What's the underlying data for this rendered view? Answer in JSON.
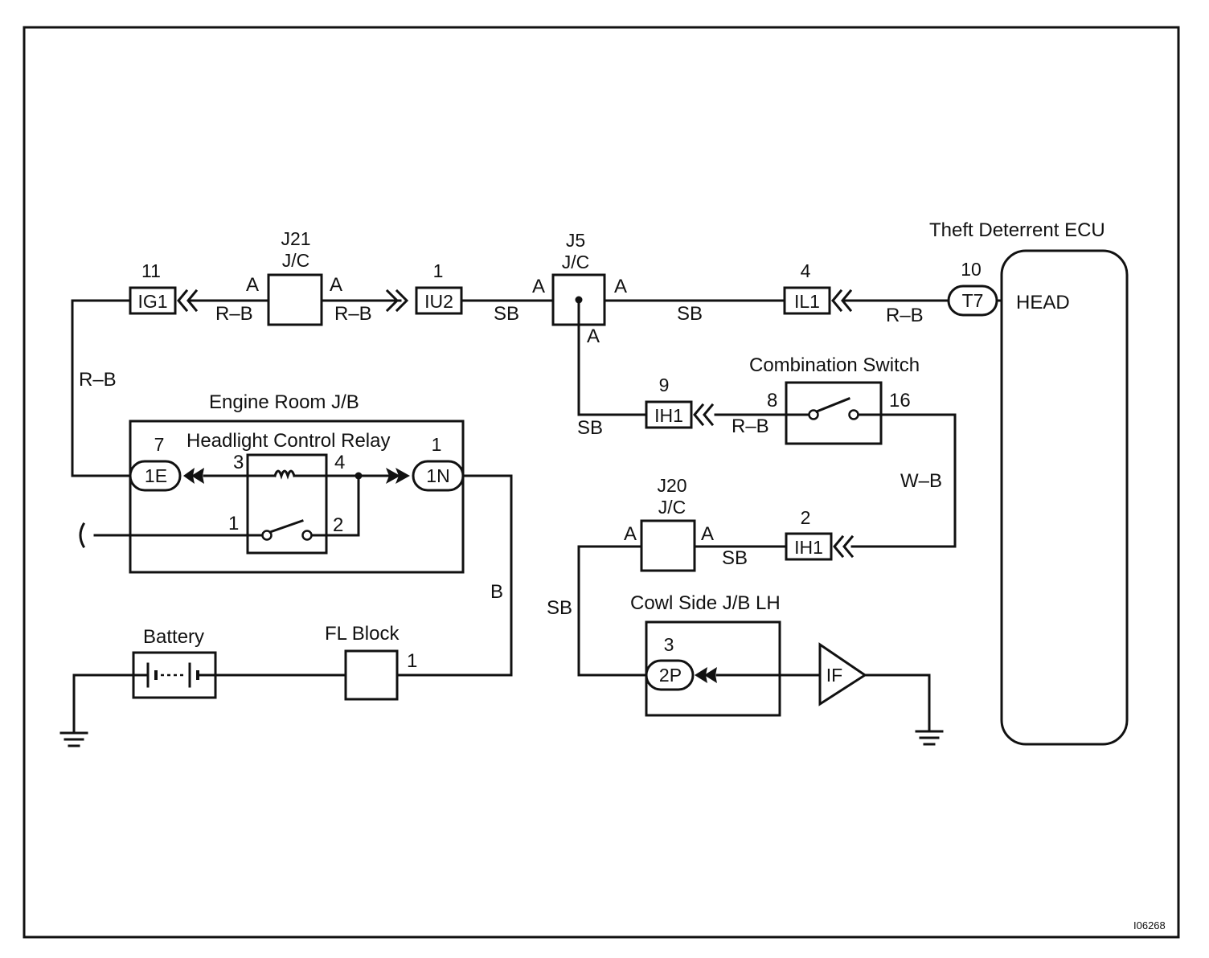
{
  "title_theft": "Theft Deterrent ECU",
  "ecu_head": "HEAD",
  "j21": {
    "name": "J21",
    "type": "J/C",
    "pin_left": "A",
    "pin_right": "A"
  },
  "j5": {
    "name": "J5",
    "type": "J/C",
    "pin_left": "A",
    "pin_right": "A",
    "pin_bottom": "A"
  },
  "j20": {
    "name": "J20",
    "type": "J/C",
    "pin_left": "A",
    "pin_right": "A"
  },
  "connectors": {
    "ig1": {
      "label": "IG1",
      "pin": "11"
    },
    "iu2": {
      "label": "IU2",
      "pin": "1"
    },
    "il1": {
      "label": "IL1",
      "pin": "4"
    },
    "t7": {
      "label": "T7",
      "pin": "10"
    },
    "ih1_a": {
      "label": "IH1",
      "pin": "9"
    },
    "ih1_b": {
      "label": "IH1",
      "pin": "2"
    },
    "e1": {
      "label": "1E",
      "pin": "7"
    },
    "n1": {
      "label": "1N",
      "pin": "1"
    },
    "p2": {
      "label": "2P",
      "pin": "3"
    },
    "if": {
      "label": "IF"
    }
  },
  "wires": {
    "rb_1": "R–B",
    "rb_2": "R–B",
    "sb_1": "SB",
    "sb_2": "SB",
    "rb_3": "R–B",
    "rb_left": "R–B",
    "sb_3": "SB",
    "rb_4": "R–B",
    "wb": "W–B",
    "sb_4": "SB",
    "sb_5": "SB",
    "b": "B"
  },
  "engine_room": {
    "title": "Engine Room J/B",
    "relay": "Headlight Control Relay",
    "pin3": "3",
    "pin4": "4",
    "pin1": "1",
    "pin2": "2"
  },
  "combination_switch": {
    "title": "Combination Switch",
    "pin8": "8",
    "pin16": "16"
  },
  "cowl_side": {
    "title": "Cowl Side J/B LH"
  },
  "battery": {
    "title": "Battery"
  },
  "fl_block": {
    "title": "FL Block",
    "pin": "1"
  },
  "figure_id": "I06268"
}
